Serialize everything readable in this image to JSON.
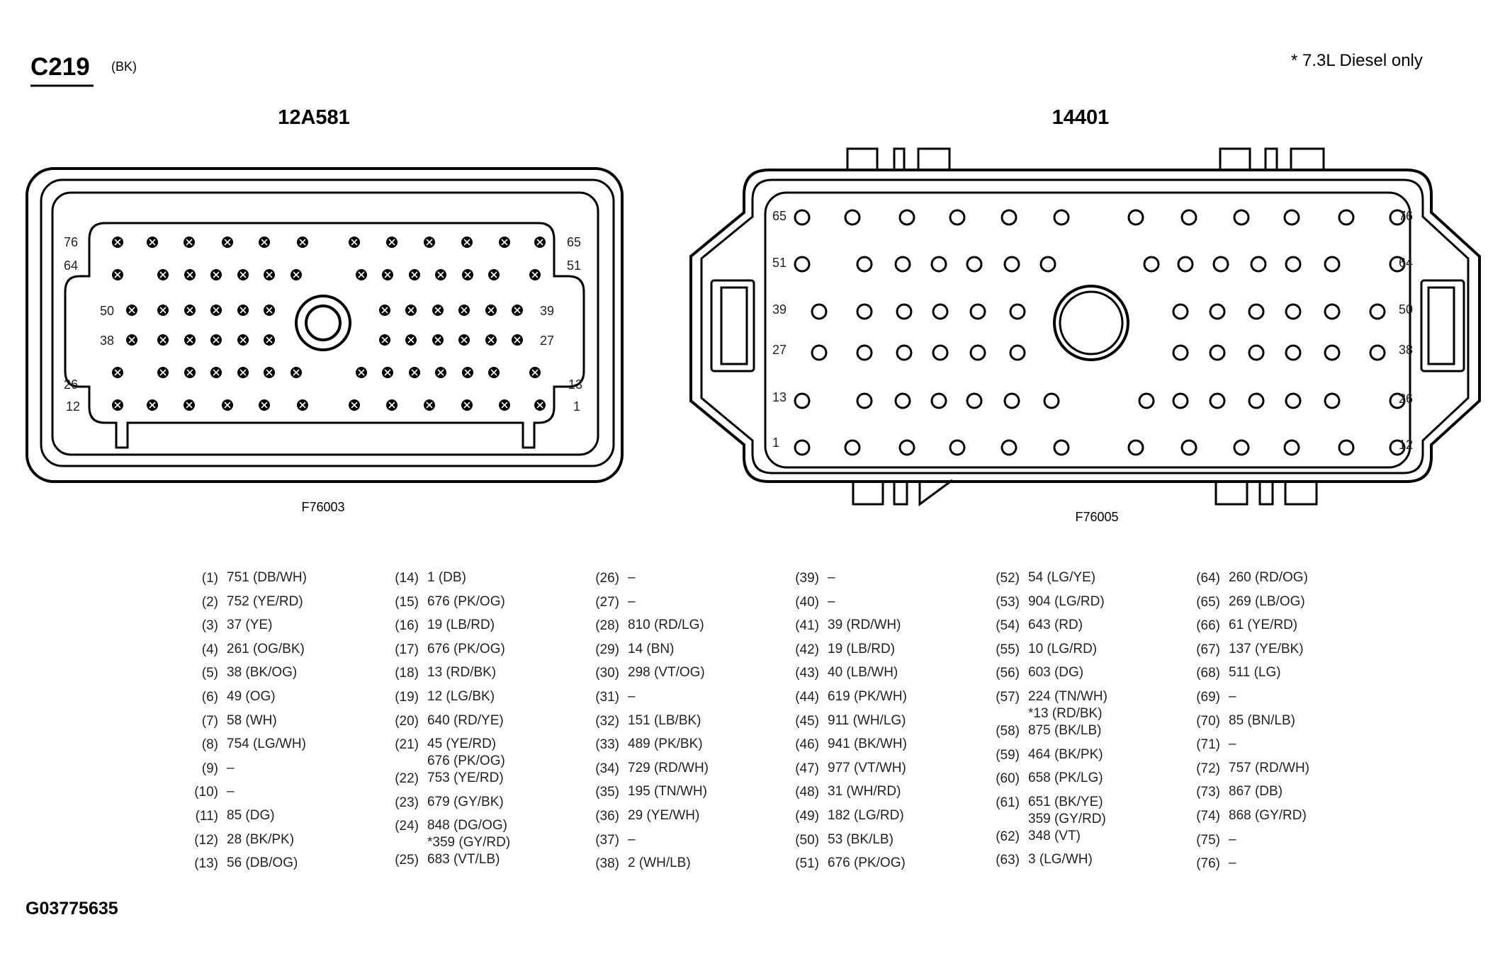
{
  "connector": {
    "id": "C219",
    "color": "(BK)",
    "note": "* 7.3L Diesel only"
  },
  "figure_id": "G03775635",
  "left_view": {
    "part": "12A581",
    "fig": "F76003",
    "row_labels": {
      "r1_left": "76",
      "r1_right": "65",
      "r2_left": "64",
      "r2_right": "51",
      "r3_left": "50",
      "r3_right": "39",
      "r4_left": "38",
      "r4_right": "27",
      "r5_left": "26",
      "r5_right": "13",
      "r6_left": "12",
      "r6_right": "1"
    }
  },
  "right_view": {
    "part": "14401",
    "fig": "F76005",
    "row_labels": {
      "r1_left": "65",
      "r1_right": "76",
      "r2_left": "51",
      "r2_right": "64",
      "r3_left": "39",
      "r3_right": "50",
      "r4_left": "27",
      "r4_right": "38",
      "r5_left": "13",
      "r5_right": "26",
      "r6_left": "1",
      "r6_right": "12"
    }
  },
  "pins": [
    [
      {
        "n": "(1)",
        "v": "751 (DB/WH)"
      },
      {
        "n": "(2)",
        "v": "752 (YE/RD)"
      },
      {
        "n": "(3)",
        "v": "37 (YE)"
      },
      {
        "n": "(4)",
        "v": "261 (OG/BK)"
      },
      {
        "n": "(5)",
        "v": "38 (BK/OG)"
      },
      {
        "n": "(6)",
        "v": "49 (OG)"
      },
      {
        "n": "(7)",
        "v": "58 (WH)"
      },
      {
        "n": "(8)",
        "v": "754 (LG/WH)"
      },
      {
        "n": "(9)",
        "v": "–"
      },
      {
        "n": "(10)",
        "v": "–"
      },
      {
        "n": "(11)",
        "v": "85 (DG)"
      },
      {
        "n": "(12)",
        "v": "28 (BK/PK)"
      },
      {
        "n": "(13)",
        "v": "56 (DB/OG)"
      }
    ],
    [
      {
        "n": "(14)",
        "v": "1 (DB)"
      },
      {
        "n": "(15)",
        "v": "676 (PK/OG)"
      },
      {
        "n": "(16)",
        "v": "19 (LB/RD)"
      },
      {
        "n": "(17)",
        "v": "676 (PK/OG)"
      },
      {
        "n": "(18)",
        "v": "13 (RD/BK)"
      },
      {
        "n": "(19)",
        "v": "12 (LG/BK)"
      },
      {
        "n": "(20)",
        "v": "640 (RD/YE)"
      },
      {
        "n": "(21)",
        "v": "45 (YE/RD)",
        "v2": "676 (PK/OG)"
      },
      {
        "n": "(22)",
        "v": "753 (YE/RD)"
      },
      {
        "n": "(23)",
        "v": "679 (GY/BK)"
      },
      {
        "n": "(24)",
        "v": "848 (DG/OG)",
        "v2": "*359 (GY/RD)"
      },
      {
        "n": "(25)",
        "v": "683 (VT/LB)"
      }
    ],
    [
      {
        "n": "(26)",
        "v": "–"
      },
      {
        "n": "(27)",
        "v": "–"
      },
      {
        "n": "(28)",
        "v": "810 (RD/LG)"
      },
      {
        "n": "(29)",
        "v": "14 (BN)"
      },
      {
        "n": "(30)",
        "v": "298 (VT/OG)"
      },
      {
        "n": "(31)",
        "v": "–"
      },
      {
        "n": "(32)",
        "v": "151 (LB/BK)"
      },
      {
        "n": "(33)",
        "v": "489 (PK/BK)"
      },
      {
        "n": "(34)",
        "v": "729 (RD/WH)"
      },
      {
        "n": "(35)",
        "v": "195 (TN/WH)"
      },
      {
        "n": "(36)",
        "v": "29 (YE/WH)"
      },
      {
        "n": "(37)",
        "v": "–"
      },
      {
        "n": "(38)",
        "v": "2 (WH/LB)"
      }
    ],
    [
      {
        "n": "(39)",
        "v": "–"
      },
      {
        "n": "(40)",
        "v": "–"
      },
      {
        "n": "(41)",
        "v": "39 (RD/WH)"
      },
      {
        "n": "(42)",
        "v": "19 (LB/RD)"
      },
      {
        "n": "(43)",
        "v": "40 (LB/WH)"
      },
      {
        "n": "(44)",
        "v": "619 (PK/WH)"
      },
      {
        "n": "(45)",
        "v": "911 (WH/LG)"
      },
      {
        "n": "(46)",
        "v": "941 (BK/WH)"
      },
      {
        "n": "(47)",
        "v": "977 (VT/WH)"
      },
      {
        "n": "(48)",
        "v": "31 (WH/RD)"
      },
      {
        "n": "(49)",
        "v": "182 (LG/RD)"
      },
      {
        "n": "(50)",
        "v": "53 (BK/LB)"
      },
      {
        "n": "(51)",
        "v": "676 (PK/OG)"
      }
    ],
    [
      {
        "n": "(52)",
        "v": "54 (LG/YE)"
      },
      {
        "n": "(53)",
        "v": "904 (LG/RD)"
      },
      {
        "n": "(54)",
        "v": "643 (RD)"
      },
      {
        "n": "(55)",
        "v": "10 (LG/RD)"
      },
      {
        "n": "(56)",
        "v": "603 (DG)"
      },
      {
        "n": "(57)",
        "v": "224 (TN/WH)",
        "v2": "*13 (RD/BK)"
      },
      {
        "n": "(58)",
        "v": "875 (BK/LB)"
      },
      {
        "n": "(59)",
        "v": "464 (BK/PK)"
      },
      {
        "n": "(60)",
        "v": "658 (PK/LG)"
      },
      {
        "n": "(61)",
        "v": "651 (BK/YE)",
        "v2": "359 (GY/RD)"
      },
      {
        "n": "(62)",
        "v": "348 (VT)"
      },
      {
        "n": "(63)",
        "v": "3 (LG/WH)"
      }
    ],
    [
      {
        "n": "(64)",
        "v": "260 (RD/OG)"
      },
      {
        "n": "(65)",
        "v": "269 (LB/OG)"
      },
      {
        "n": "(66)",
        "v": "61 (YE/RD)"
      },
      {
        "n": "(67)",
        "v": "137 (YE/BK)"
      },
      {
        "n": "(68)",
        "v": "511 (LG)"
      },
      {
        "n": "(69)",
        "v": "–"
      },
      {
        "n": "(70)",
        "v": "85 (BN/LB)"
      },
      {
        "n": "(71)",
        "v": "–"
      },
      {
        "n": "(72)",
        "v": "757 (RD/WH)"
      },
      {
        "n": "(73)",
        "v": "867 (DB)"
      },
      {
        "n": "(74)",
        "v": "868 (GY/RD)"
      },
      {
        "n": "(75)",
        "v": "–"
      },
      {
        "n": "(76)",
        "v": "–"
      }
    ]
  ]
}
